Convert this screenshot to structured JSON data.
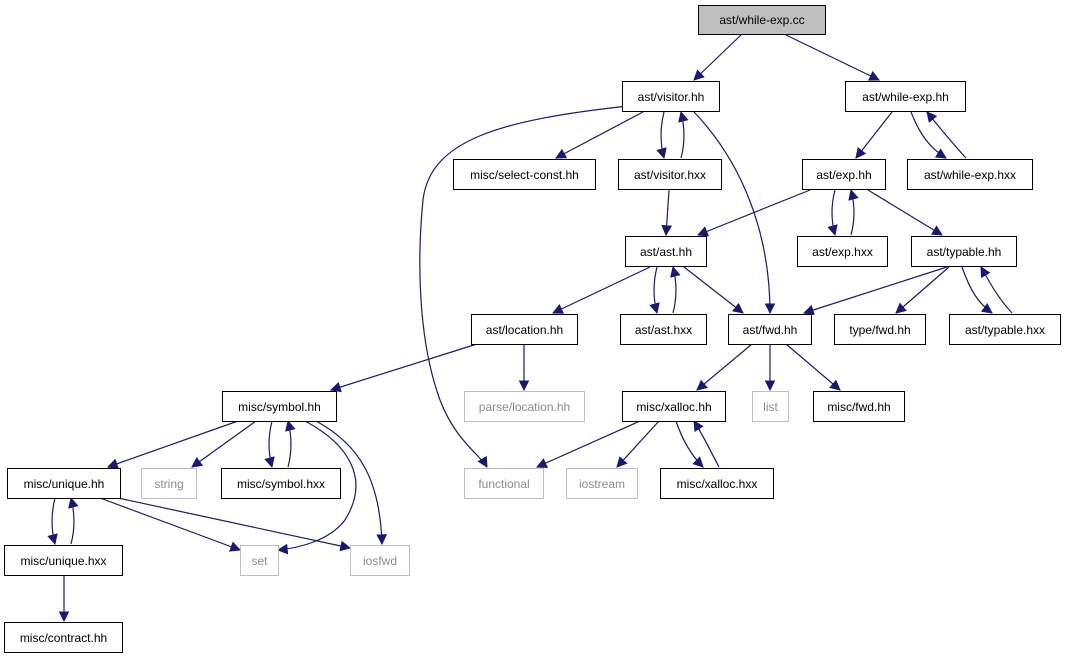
{
  "colors": {
    "edge": "#191970",
    "node_border": "#000000",
    "external_border": "#bfbfbf",
    "root_fill": "#bfbfbf"
  },
  "nodes": {
    "while_exp_cc": "ast/while-exp.cc",
    "visitor_hh": "ast/visitor.hh",
    "while_exp_hh": "ast/while-exp.hh",
    "select_const_hh": "misc/select-const.hh",
    "visitor_hxx": "ast/visitor.hxx",
    "exp_hh": "ast/exp.hh",
    "while_exp_hxx": "ast/while-exp.hxx",
    "ast_hh": "ast/ast.hh",
    "exp_hxx": "ast/exp.hxx",
    "typable_hh": "ast/typable.hh",
    "location_hh": "ast/location.hh",
    "ast_hxx": "ast/ast.hxx",
    "fwd_hh": "ast/fwd.hh",
    "type_fwd_hh": "type/fwd.hh",
    "typable_hxx": "ast/typable.hxx",
    "symbol_hh": "misc/symbol.hh",
    "parse_location_hh": "parse/location.hh",
    "xalloc_hh": "misc/xalloc.hh",
    "list": "list",
    "misc_fwd_hh": "misc/fwd.hh",
    "unique_hh": "misc/unique.hh",
    "string": "string",
    "symbol_hxx": "misc/symbol.hxx",
    "functional": "functional",
    "iostream": "iostream",
    "xalloc_hxx": "misc/xalloc.hxx",
    "unique_hxx": "misc/unique.hxx",
    "set": "set",
    "iosfwd": "iosfwd",
    "contract_hh": "misc/contract.hh"
  }
}
